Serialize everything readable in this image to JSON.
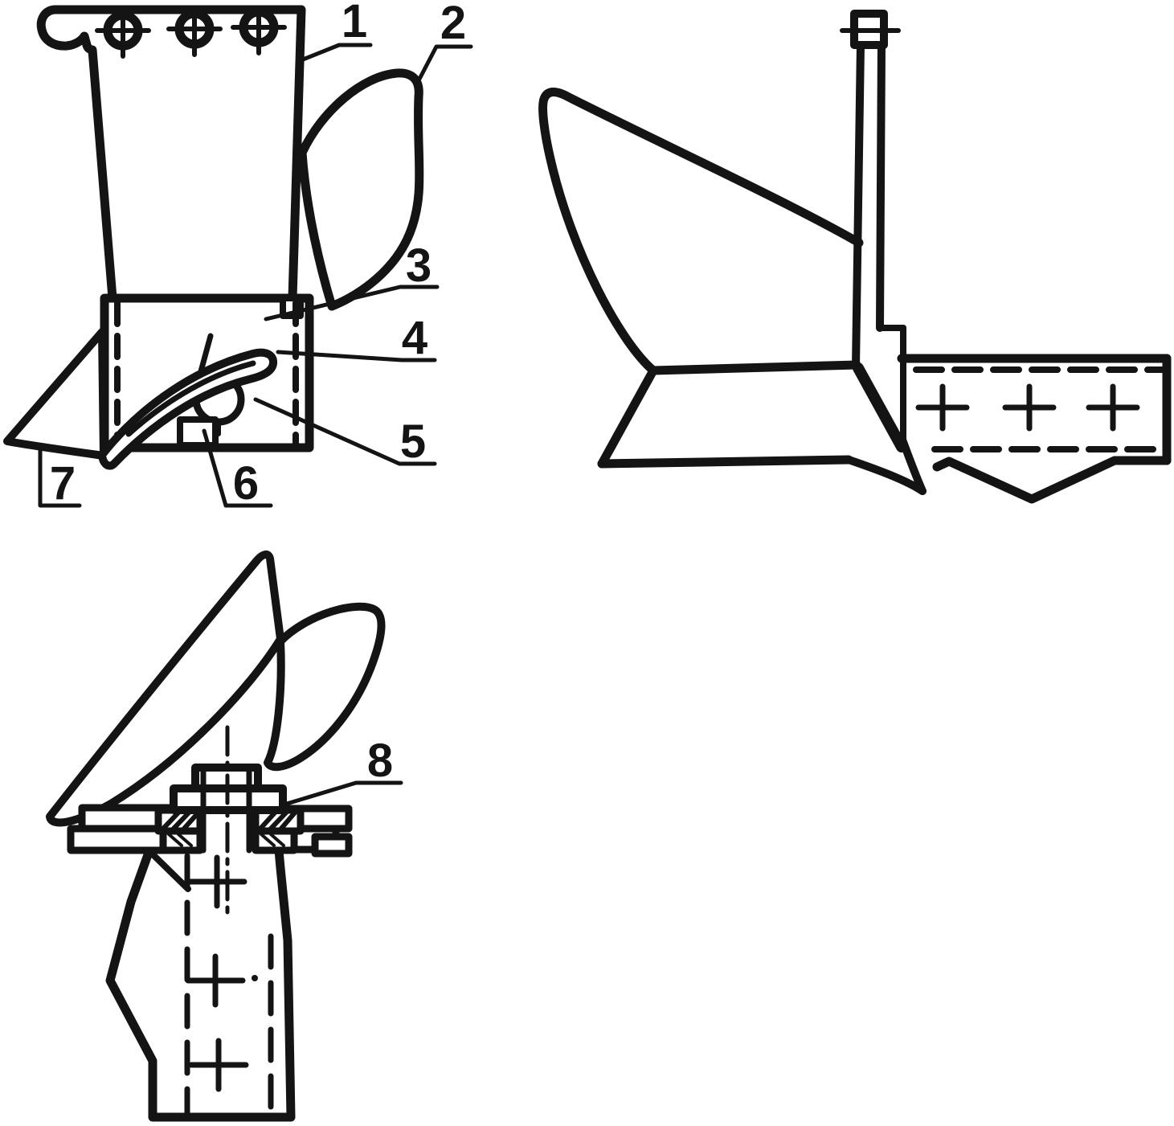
{
  "figure": {
    "background": "#ffffff",
    "ink": "#141414"
  },
  "callouts": {
    "c1": "1",
    "c2": "2",
    "c3": "3",
    "c4": "4",
    "c5": "5",
    "c6": "6",
    "c7": "7",
    "c8": "8"
  }
}
